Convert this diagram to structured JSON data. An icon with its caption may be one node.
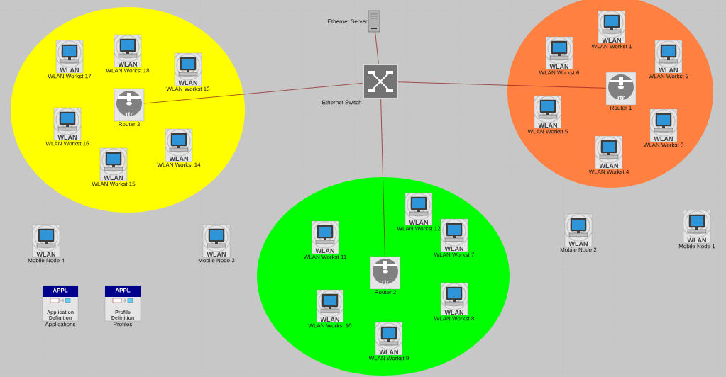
{
  "diagram": {
    "nodes": [
      {
        "text": [],
        "shape": "circle"
      },
      {
        "text": [
          "WLAN",
          "WLAN Workst 17"
        ],
        "in": 0
      },
      {
        "text": [
          "WLAN",
          "WLAN Workst 18"
        ],
        "in": 0
      },
      {
        "text": [
          "WLAN",
          "WLAN Workst 13"
        ],
        "in": 0
      },
      {
        "text": [
          "rtr",
          "Router 3"
        ],
        "in": 0
      },
      {
        "text": [
          "WLAN",
          "WLAN Workst 16"
        ],
        "in": 0
      },
      {
        "text": [
          "WLAN",
          "WLAN Workst 15"
        ],
        "in": 0
      },
      {
        "text": [
          "WLAN",
          "WLAN Workst 14"
        ],
        "in": 0
      },
      {
        "text": [
          "Ethernet Server"
        ]
      },
      {
        "text": [
          "Ethernet Switch"
        ]
      },
      {
        "text": [],
        "shape": "circle"
      },
      {
        "text": [
          "WLAN",
          "WLAN Workst 1"
        ],
        "in": 10
      },
      {
        "text": [
          "WLAN",
          "WLAN Workst 6"
        ],
        "in": 10
      },
      {
        "text": [
          "WLAN",
          "WLAN Workst 2"
        ],
        "in": 10
      },
      {
        "text": [
          "rtr",
          "Router 1"
        ],
        "in": 10
      },
      {
        "text": [
          "WLAN",
          "WLAN Workst 5"
        ],
        "in": 10
      },
      {
        "text": [
          "WLAN",
          "WLAN Workst 3"
        ],
        "in": 10
      },
      {
        "text": [
          "WLAN",
          "WLAN Workst 4"
        ],
        "in": 10
      },
      {
        "text": [],
        "shape": "circle"
      },
      {
        "text": [
          "WLAN",
          "WLAN Workst 12"
        ],
        "in": 18
      },
      {
        "text": [
          "WLAN",
          "WLAN Workst 11"
        ],
        "in": 18
      },
      {
        "text": [
          "WLAN",
          "WLAN Workst 7"
        ],
        "in": 18
      },
      {
        "text": [
          "rtr",
          "Router 2"
        ],
        "in": 18
      },
      {
        "text": [
          "WLAN",
          "WLAN Workst 10"
        ],
        "in": 18
      },
      {
        "text": [
          "WLAN",
          "WLAN Workst 8"
        ],
        "in": 18
      },
      {
        "text": [
          "WLAN",
          "WLAN Workst 9"
        ],
        "in": 18
      },
      {
        "text": [
          "WLAN",
          "Mobile Node 4"
        ]
      },
      {
        "text": [
          "WLAN",
          "Mobile Node 3"
        ]
      },
      {
        "text": [
          "WLAN",
          "Mobile Node 2"
        ]
      },
      {
        "text": [
          "WLAN",
          "Mobile Node 1"
        ]
      },
      {
        "text": [
          "APPL",
          "Application Definition",
          "Applications"
        ]
      },
      {
        "text": [
          "APPL",
          "Profile Definition",
          "Profiles"
        ]
      }
    ],
    "edges": [
      {
        "from": 8,
        "to": 9,
        "arrow": "none"
      },
      {
        "from": 9,
        "to": 4,
        "arrow": "none"
      },
      {
        "from": 9,
        "to": 14,
        "arrow": "none"
      },
      {
        "from": 9,
        "to": 22,
        "arrow": "none"
      }
    ]
  }
}
